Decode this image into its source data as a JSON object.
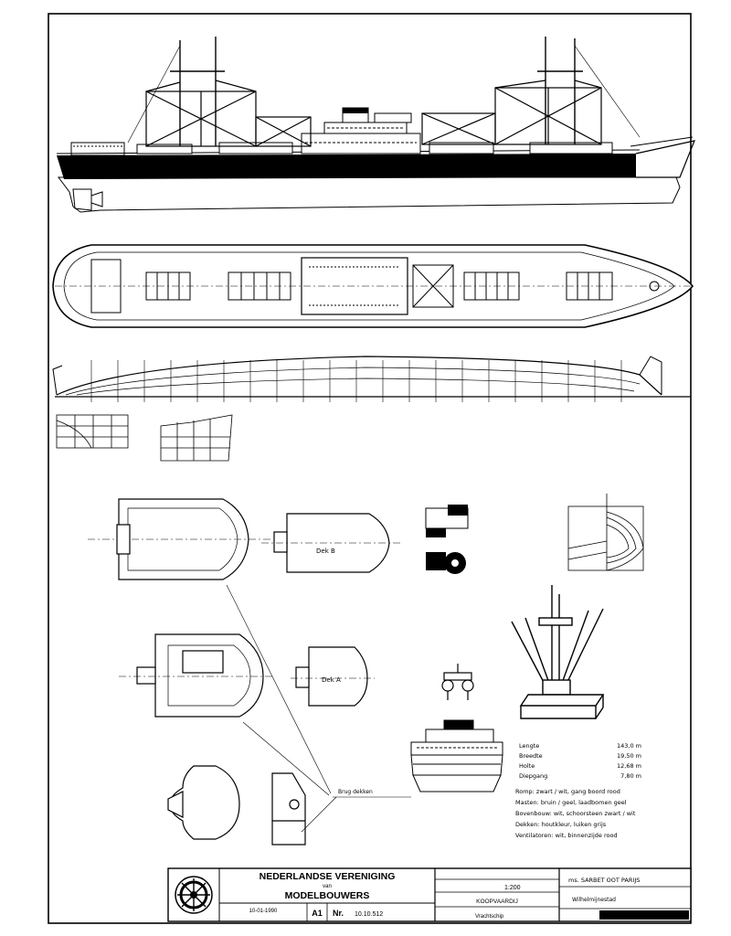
{
  "title_block": {
    "org_line1": "NEDERLANDSE VERENIGING",
    "org_line2": "van",
    "org_line3": "MODELBOUWERS",
    "sheet_size": "A1",
    "nr_label": "Nr.",
    "nr_value": "10.10.512",
    "scale": "1:200",
    "type": "KOOPVAARDIJ",
    "category": "Vrachtschip",
    "ship_name": "ms. SARBET OOT PARIJS",
    "subtitle": "Wilhelmijnestad",
    "date_value": "10-01-1990"
  },
  "labels": {
    "deck_a": "Dek A",
    "deck_b": "Dek B",
    "annotation": "Brug dekken"
  },
  "specs": [
    {
      "label": "Lengte",
      "value": "143,0 m"
    },
    {
      "label": "Breedte",
      "value": "19,50 m"
    },
    {
      "label": "Holte",
      "value": "12,68 m"
    },
    {
      "label": "Diepgang",
      "value": "7,80 m"
    }
  ],
  "notes": [
    "Romp: zwart / wit, gang boord rood",
    "Masten: bruin / geel, laadbomen geel",
    "Bovenbouw: wit, schoorsteen zwart / wit",
    "Dekken: houtkleur, luiken grijs",
    "Ventilatoren: wit, binnenzijde rood"
  ],
  "colors": {
    "ink": "#000000",
    "paper": "#ffffff"
  }
}
